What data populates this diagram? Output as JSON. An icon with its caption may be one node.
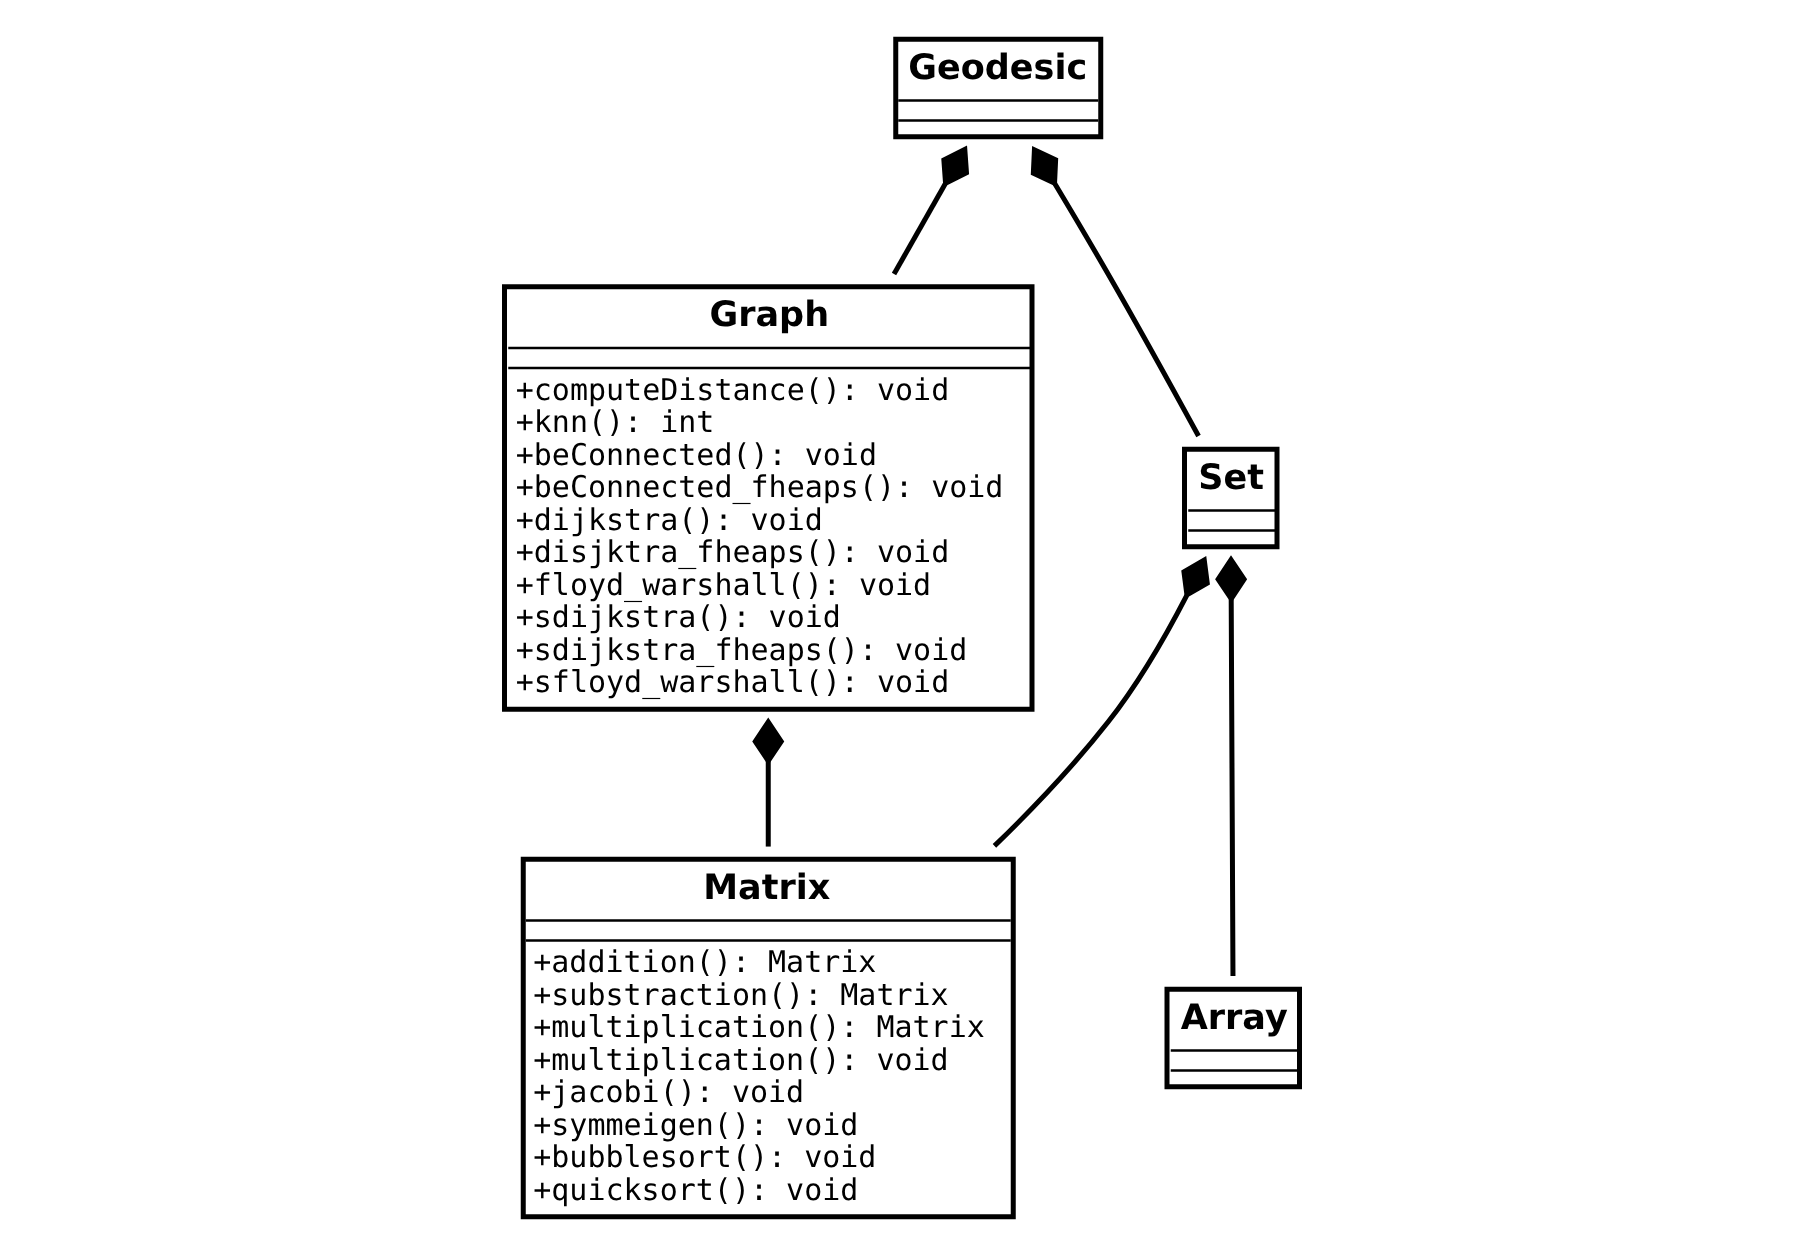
{
  "diagram": {
    "nodes": [
      {
        "text": [
          "Geodesic"
        ]
      },
      {
        "text": [
          "Graph",
          "+computeDistance(): void",
          "+knn(): int",
          "+beConnected(): void",
          "+beConnected_fheaps(): void",
          "+dijkstra(): void",
          "+disjktra_fheaps(): void",
          "+floyd_warshall(): void",
          "+sdijkstra(): void",
          "+sdijkstra_fheaps(): void",
          "+sfloyd_warshall(): void"
        ]
      },
      {
        "text": [
          "Set"
        ]
      },
      {
        "text": [
          "Matrix",
          "+addition(): Matrix",
          "+substraction(): Matrix",
          "+multiplication(): Matrix",
          "+multiplication(): void",
          "+jacobi(): void",
          "+symmeigen(): void",
          "+bubblesort(): void",
          "+quicksort(): void"
        ]
      },
      {
        "text": [
          "Array"
        ]
      }
    ],
    "edges": [
      {
        "from": 0,
        "to": 2,
        "arrow": "other"
      },
      {
        "from": 0,
        "to": 1,
        "arrow": "other"
      },
      {
        "from": 2,
        "to": 3,
        "arrow": "other"
      },
      {
        "from": 1,
        "to": 3,
        "arrow": "other"
      },
      {
        "from": 2,
        "to": 4,
        "arrow": "other"
      }
    ]
  }
}
